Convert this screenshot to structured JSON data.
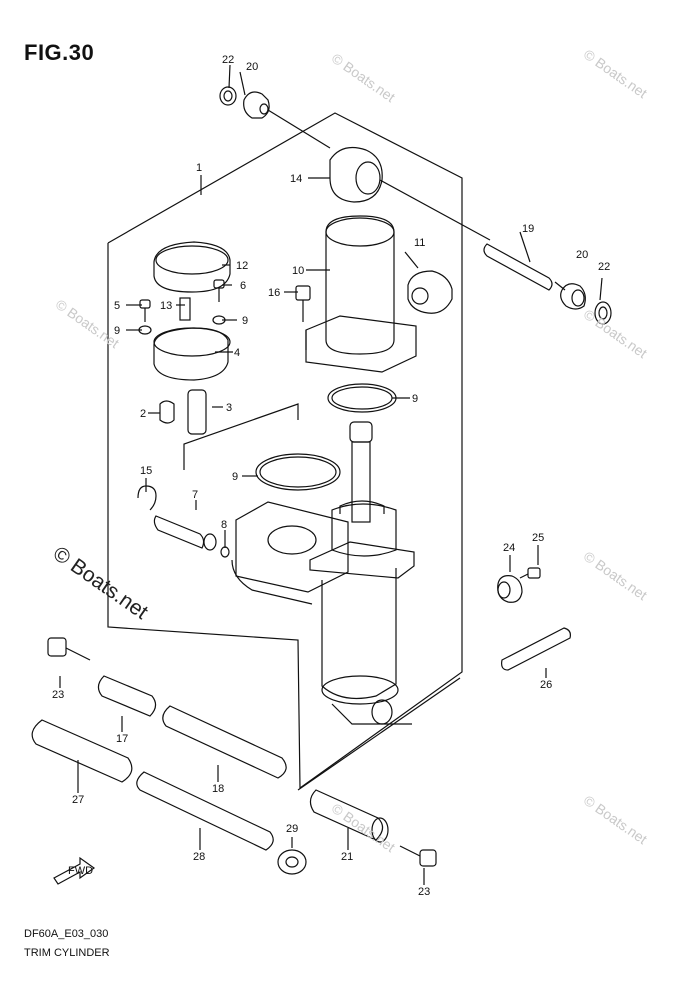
{
  "figure": {
    "title": "FIG.30",
    "code": "DF60A_E03_030",
    "name": "TRIM CYLINDER"
  },
  "watermark": {
    "small": "© Boats.net",
    "large": "© Boats.net"
  },
  "fwd_label": "FWD",
  "parts": [
    {
      "id": "p22a",
      "num": "22"
    },
    {
      "id": "p20a",
      "num": "20"
    },
    {
      "id": "p1",
      "num": "1"
    },
    {
      "id": "p14",
      "num": "14"
    },
    {
      "id": "p12",
      "num": "12"
    },
    {
      "id": "p11",
      "num": "11"
    },
    {
      "id": "p10",
      "num": "10"
    },
    {
      "id": "p19",
      "num": "19"
    },
    {
      "id": "p20b",
      "num": "20"
    },
    {
      "id": "p22b",
      "num": "22"
    },
    {
      "id": "p5",
      "num": "5"
    },
    {
      "id": "p13",
      "num": "13"
    },
    {
      "id": "p6",
      "num": "6"
    },
    {
      "id": "p16",
      "num": "16"
    },
    {
      "id": "p9a",
      "num": "9"
    },
    {
      "id": "p9b",
      "num": "9"
    },
    {
      "id": "p4",
      "num": "4"
    },
    {
      "id": "p2",
      "num": "2"
    },
    {
      "id": "p3",
      "num": "3"
    },
    {
      "id": "p9c",
      "num": "9"
    },
    {
      "id": "p9d",
      "num": "9"
    },
    {
      "id": "p15",
      "num": "15"
    },
    {
      "id": "p7",
      "num": "7"
    },
    {
      "id": "p8",
      "num": "8"
    },
    {
      "id": "p24",
      "num": "24"
    },
    {
      "id": "p25",
      "num": "25"
    },
    {
      "id": "p26",
      "num": "26"
    },
    {
      "id": "p23a",
      "num": "23"
    },
    {
      "id": "p17",
      "num": "17"
    },
    {
      "id": "p18",
      "num": "18"
    },
    {
      "id": "p27",
      "num": "27"
    },
    {
      "id": "p29",
      "num": "29"
    },
    {
      "id": "p28",
      "num": "28"
    },
    {
      "id": "p21",
      "num": "21"
    },
    {
      "id": "p23b",
      "num": "23"
    }
  ]
}
